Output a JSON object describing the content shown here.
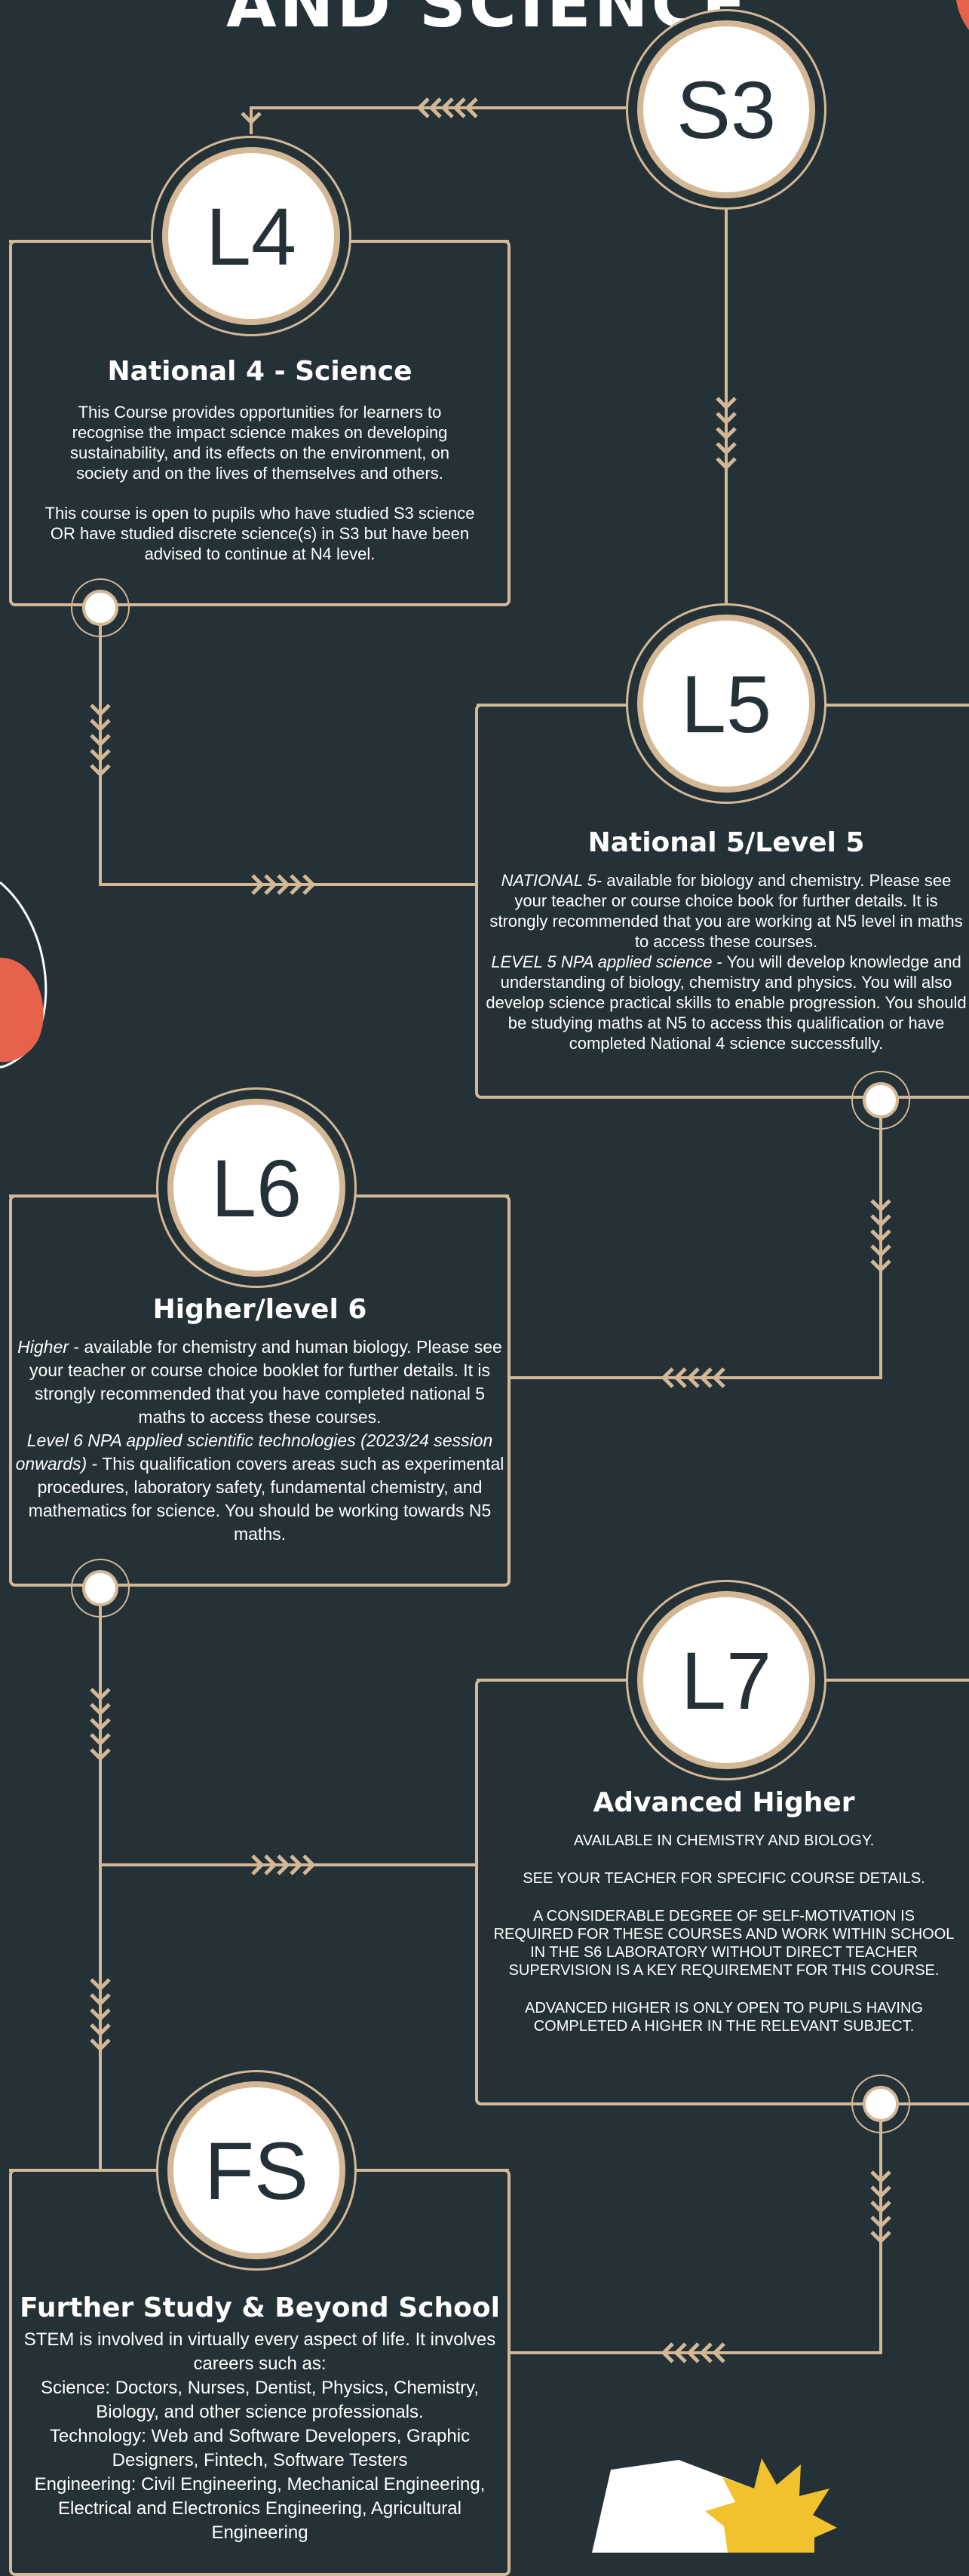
{
  "header": {
    "title_fragment": "AND SCIENCE"
  },
  "levels": [
    {
      "badge": "S3"
    },
    {
      "badge": "L4",
      "title": "National 4  - Science",
      "paragraphs": [
        "This Course provides opportunities for learners to recognise the impact science makes on developing sustainability, and its effects on the environment, on society and on the lives of themselves and others.",
        "This course is open to pupils who have studied S3 science OR have studied discrete science(s) in S3 but have been advised to continue at N4 level."
      ]
    },
    {
      "badge": "L5",
      "title": "National 5/Level 5",
      "p1_em": "NATIONAL 5",
      "p1_rest": "- available for biology and chemistry. Please see your teacher or course choice book for further details. It is strongly recommended that you are working at N5 level in maths to access these courses.",
      "p2_em": "LEVEL 5 NPA applied science",
      "p2_rest": " - You will develop knowledge and understanding of biology, chemistry and physics. You will also develop science practical skills to enable progression. You should be studying maths at N5 to access this qualification or have completed National 4 science successfully."
    },
    {
      "badge": "L6",
      "title": "Higher/level 6",
      "p1_em": "Higher",
      "p1_rest": " - available for chemistry and human biology. Please see your teacher or course choice booklet for further details. It is strongly recommended that you have completed national 5 maths to access these courses.",
      "p2_em": "Level 6 NPA applied scientific technologies (2023/24 session onwards)",
      "p2_rest": " - This qualification covers areas such as experimental procedures, laboratory safety, fundamental chemistry, and mathematics for science. You should be working towards N5 maths."
    },
    {
      "badge": "L7",
      "title": "Advanced Higher",
      "paragraphs": [
        "Available in chemistry and biology.",
        "See your teacher for specific course details.",
        "A considerable degree of self-motivation is required for these courses and work within school in the S6 laboratory without direct teacher supervision is a key requirement for this course.",
        "Advanced Higher is only open to pupils having completed a Higher in the relevant subject."
      ]
    },
    {
      "badge": "FS",
      "title": "Further Study & Beyond School",
      "lines": [
        "STEM is involved in virtually every aspect of life. It involves careers such as:",
        "Science: Doctors, Nurses, Dentist, Physics, Chemistry, Biology, and other science professionals.",
        "Technology: Web and Software Developers, Graphic Designers, Fintech, Software Testers",
        "Engineering: Civil Engineering, Mechanical Engineering, Electrical and Electronics Engineering, Agricultural  Engineering"
      ]
    }
  ],
  "colors": {
    "background": "#243137",
    "accent": "#d4b896",
    "circle": "#ffffff",
    "orange": "#e8614a",
    "yellow": "#f2c12e"
  }
}
